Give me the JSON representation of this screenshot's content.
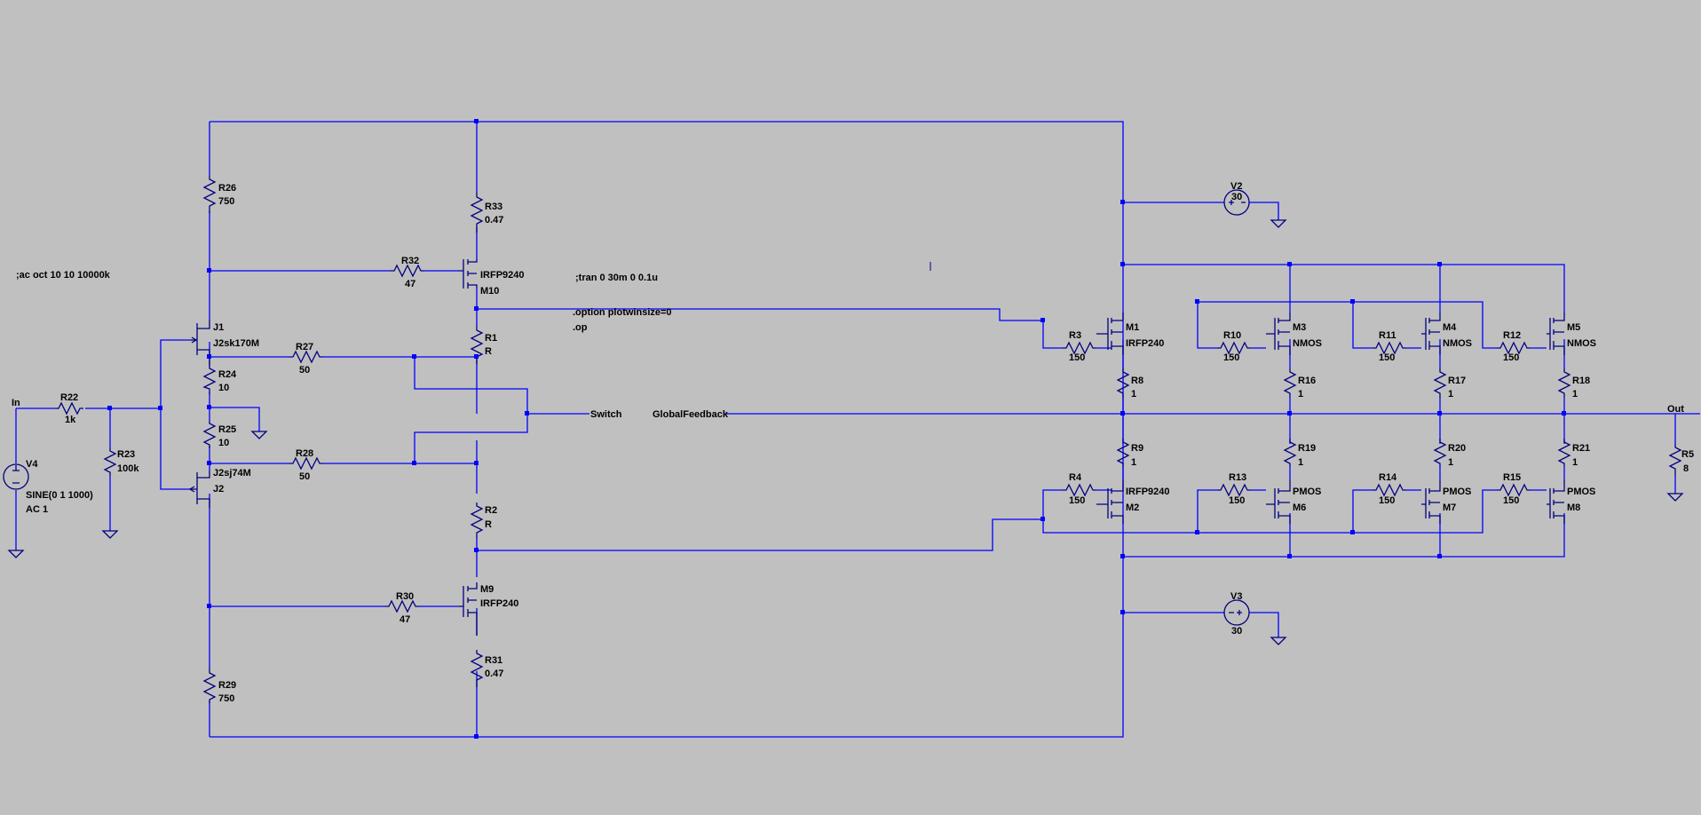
{
  "directives": {
    "ac": ";ac oct 10 10 10000k",
    "tran": ";tran 0 30m 0 0.1u",
    "option": ".option plotwinsize=0",
    "op": ".op"
  },
  "net_labels": {
    "in": "In",
    "out": "Out",
    "switch": "Switch",
    "feedback": "GlobalFeedback"
  },
  "resistors": [
    {
      "name": "R26",
      "value": "750"
    },
    {
      "name": "R33",
      "value": "0.47"
    },
    {
      "name": "R32",
      "value": "47"
    },
    {
      "name": "R1",
      "value": "R"
    },
    {
      "name": "R27",
      "value": "50"
    },
    {
      "name": "R24",
      "value": "10"
    },
    {
      "name": "R25",
      "value": "10"
    },
    {
      "name": "R28",
      "value": "50"
    },
    {
      "name": "R2",
      "value": "R"
    },
    {
      "name": "R30",
      "value": "47"
    },
    {
      "name": "R31",
      "value": "0.47"
    },
    {
      "name": "R29",
      "value": "750"
    },
    {
      "name": "R22",
      "value": "1k"
    },
    {
      "name": "R23",
      "value": "100k"
    },
    {
      "name": "R3",
      "value": "150"
    },
    {
      "name": "R10",
      "value": "150"
    },
    {
      "name": "R11",
      "value": "150"
    },
    {
      "name": "R12",
      "value": "150"
    },
    {
      "name": "R8",
      "value": "1"
    },
    {
      "name": "R16",
      "value": "1"
    },
    {
      "name": "R17",
      "value": "1"
    },
    {
      "name": "R18",
      "value": "1"
    },
    {
      "name": "R9",
      "value": "1"
    },
    {
      "name": "R19",
      "value": "1"
    },
    {
      "name": "R20",
      "value": "1"
    },
    {
      "name": "R21",
      "value": "1"
    },
    {
      "name": "R4",
      "value": "150"
    },
    {
      "name": "R13",
      "value": "150"
    },
    {
      "name": "R14",
      "value": "150"
    },
    {
      "name": "R15",
      "value": "150"
    },
    {
      "name": "R5",
      "value": "8"
    }
  ],
  "transistors": [
    {
      "name": "J1",
      "model": "J2sk170M"
    },
    {
      "name": "J2",
      "model": "J2sj74M"
    },
    {
      "name": "M10",
      "model": "IRFP9240"
    },
    {
      "name": "M9",
      "model": "IRFP240"
    },
    {
      "name": "M1",
      "model": "IRFP240"
    },
    {
      "name": "M3",
      "model": "NMOS"
    },
    {
      "name": "M4",
      "model": "NMOS"
    },
    {
      "name": "M5",
      "model": "NMOS"
    },
    {
      "name": "M2",
      "model": "IRFP9240"
    },
    {
      "name": "M6",
      "model": "PMOS"
    },
    {
      "name": "M7",
      "model": "PMOS"
    },
    {
      "name": "M8",
      "model": "PMOS"
    }
  ],
  "sources": [
    {
      "name": "V4",
      "value": "SINE(0 1 1000)",
      "ac": "AC 1"
    },
    {
      "name": "V2",
      "value": "30"
    },
    {
      "name": "V3",
      "value": "30"
    }
  ]
}
